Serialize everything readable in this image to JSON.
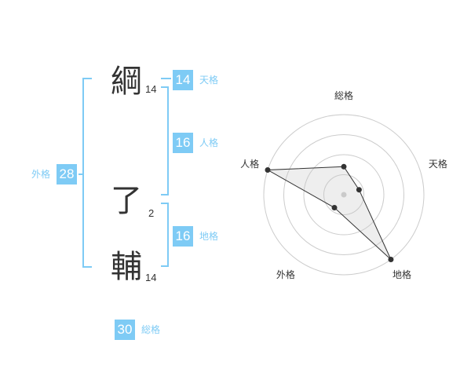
{
  "name": {
    "chars": [
      {
        "char": "綱",
        "strokes": "14"
      },
      {
        "char": "了",
        "strokes": "2"
      },
      {
        "char": "輔",
        "strokes": "14"
      }
    ]
  },
  "fortune": {
    "tenkaku": {
      "value": "14",
      "label": "天格"
    },
    "jinkaku": {
      "value": "16",
      "label": "人格"
    },
    "chikaku": {
      "value": "16",
      "label": "地格"
    },
    "gaikaku": {
      "value": "28",
      "label": "外格"
    },
    "soukaku": {
      "value": "30",
      "label": "総格"
    }
  },
  "colors": {
    "accent": "#7ecbf5",
    "text": "#333333",
    "grid": "#cccccc"
  },
  "chart_data": {
    "type": "radar",
    "axes": [
      "総格",
      "天格",
      "地格",
      "外格",
      "人格"
    ],
    "values": [
      0.35,
      0.2,
      1.0,
      0.2,
      1.0
    ],
    "max": 1.0,
    "rings": 4
  }
}
